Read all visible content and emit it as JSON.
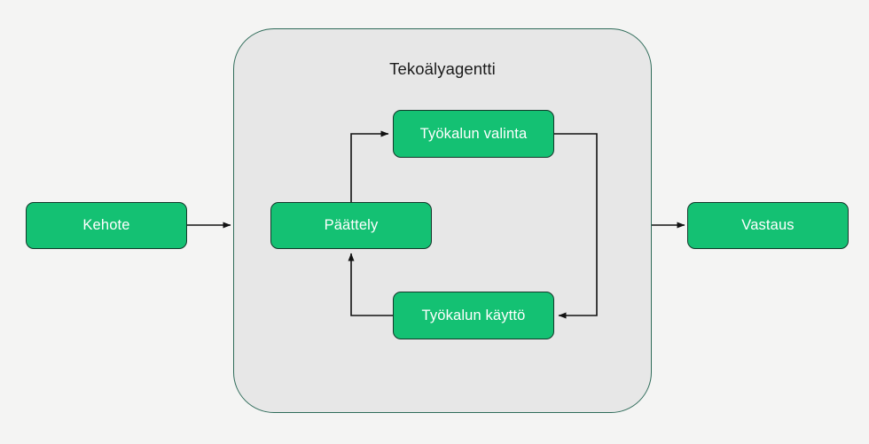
{
  "diagram": {
    "title": "Tekoälyagentti",
    "background_color": "#f4f4f3",
    "container": {
      "label": "Tekoälyagentti",
      "fill_color": "#e7e7e7",
      "border_color": "#2e6b59"
    },
    "node_fill_color": "#14c173",
    "node_text_color": "#ffffff",
    "edge_color": "#121212",
    "nodes": [
      {
        "id": "kehote",
        "label": "Kehote",
        "inside_container": false
      },
      {
        "id": "paattely",
        "label": "Päättely",
        "inside_container": true
      },
      {
        "id": "valinta",
        "label": "Työkalun valinta",
        "inside_container": true
      },
      {
        "id": "kaytto",
        "label": "Työkalun käyttö",
        "inside_container": true
      },
      {
        "id": "vastaus",
        "label": "Vastaus",
        "inside_container": false
      }
    ],
    "edges": [
      {
        "from": "kehote",
        "to": "container",
        "label": ""
      },
      {
        "from": "paattely",
        "to": "valinta",
        "label": ""
      },
      {
        "from": "valinta",
        "to": "kaytto",
        "label": ""
      },
      {
        "from": "kaytto",
        "to": "paattely",
        "label": ""
      },
      {
        "from": "container",
        "to": "vastaus",
        "label": ""
      }
    ]
  }
}
